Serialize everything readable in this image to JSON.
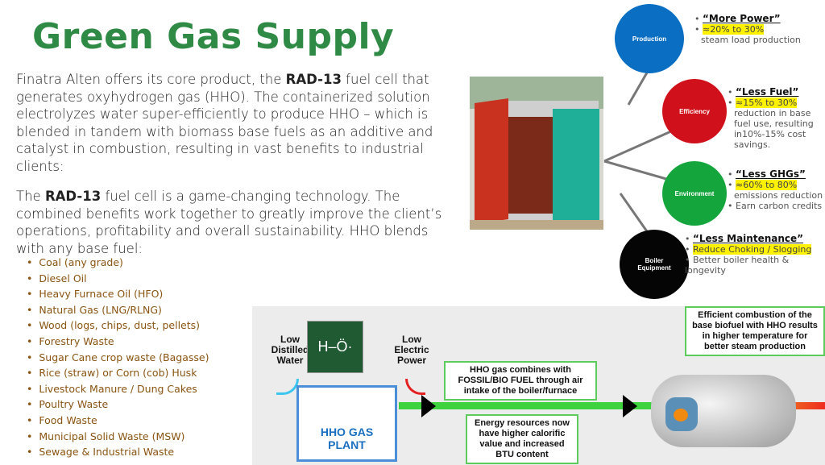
{
  "title": "Green Gas Supply",
  "para1": {
    "a": "Finatra Alten offers its core product, the ",
    "b": "RAD-13",
    "c": " fuel cell that generates oxyhydrogen gas (HHO).  The containerized solution electrolyzes water super-efficiently to produce HHO – which is blended in tandem with biomass base fuels as an additive and catalyst in combustion, resulting in vast benefits to industrial clients:"
  },
  "para2": {
    "a": "The ",
    "b": "RAD-13",
    "c": " fuel cell is a game-changing technology. The combined benefits work together to greatly improve the client’s operations, profitability and overall sustainability.  HHO blends with any base fuel:"
  },
  "fuels": [
    "Coal (any grade)",
    "Diesel Oil",
    "Heavy Furnace Oil (HFO)",
    "Natural Gas (LNG/RLNG)",
    "Wood (logs, chips, dust, pellets)",
    "Forestry Waste",
    "Sugar Cane crop waste (Bagasse)",
    "Rice (straw) or Corn (cob) Husk",
    "Livestock Manure / Dung Cakes",
    "Poultry Waste",
    "Food Waste",
    "Municipal Solid Waste (MSW)",
    "Sewage & Industrial Waste"
  ],
  "benefits": [
    {
      "circle": "Production",
      "color": "#0a6fc2",
      "heading": "“More Power”",
      "highlight": "≈20% to 30%",
      "text": "steam load production",
      "extra": ""
    },
    {
      "circle": "Efficiency",
      "color": "#d0101a",
      "heading": "“Less Fuel”",
      "highlight": "≈15% to 30%",
      "text": "reduction in base fuel use, resulting in10%-15% cost savings.",
      "extra": ""
    },
    {
      "circle": "Environment",
      "color": "#14a63c",
      "heading": "“Less GHGs”",
      "highlight": "≈60% to 80%",
      "text": "emissions reduction",
      "extra": "Earn carbon credits"
    },
    {
      "circle": "Boiler Equipment",
      "color": "#050505",
      "heading": "“Less Maintenance”",
      "highlight": "Reduce Choking / Slogging",
      "text": "",
      "extra": "Better boiler health & longevity"
    }
  ],
  "diagram": {
    "water": "Low Distilled Water",
    "power": "Low Electric Power",
    "formula": "H–Ö·",
    "plant": "HHO GAS PLANT",
    "combine": "HHO gas combines with FOSSIL/BIO FUEL through air intake of the boiler/furnace",
    "energy": "Energy resources now have higher calorific value and increased BTU content",
    "combustion": "Efficient combustion of the base biofuel with HHO results in higher temperature for better steam production"
  }
}
